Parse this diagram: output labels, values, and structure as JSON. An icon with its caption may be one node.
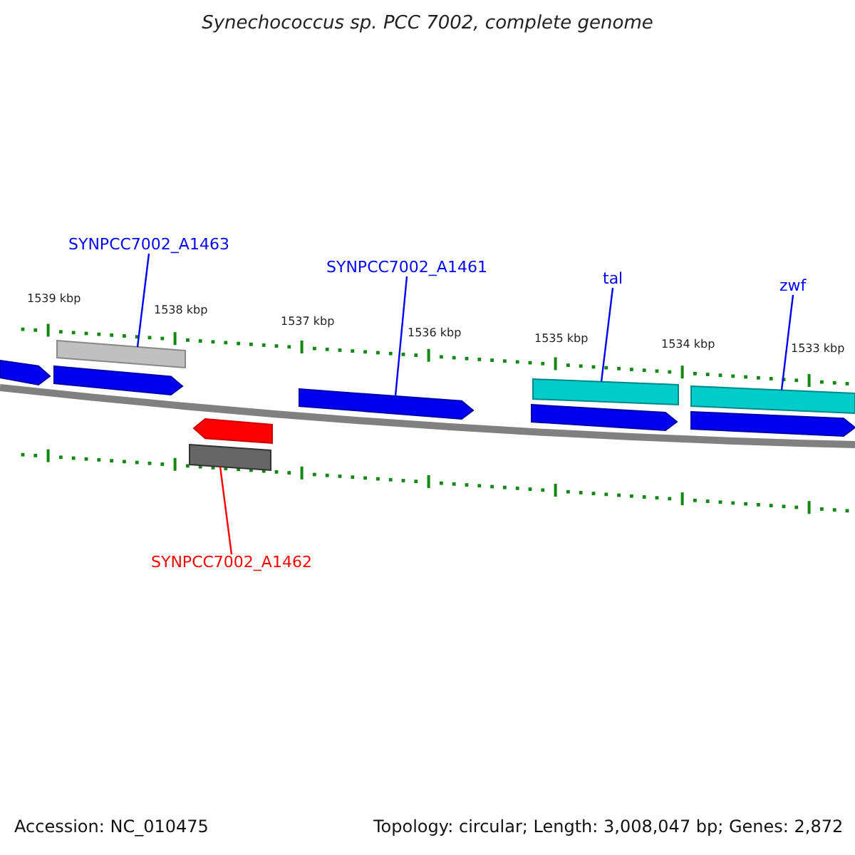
{
  "diagram": {
    "title": "Synechococcus sp. PCC 7002, complete genome",
    "nodes": [
      {
        "text": [
          "SYNPCC7002_A1463"
        ]
      },
      {
        "text": [
          "SYNPCC7002_A1461"
        ]
      },
      {
        "text": [
          "tal"
        ]
      },
      {
        "text": [
          "zwf"
        ]
      },
      {
        "text": [
          "SYNPCC7002_A1462"
        ]
      },
      {
        "text": [],
        "shape": "arrow"
      },
      {
        "text": [],
        "shape": "arrow"
      },
      {
        "text": [],
        "shape": "bar"
      },
      {
        "text": [],
        "shape": "bar"
      },
      {
        "text": [],
        "shape": "arrow"
      },
      {
        "text": [],
        "shape": "arrow"
      },
      {
        "text": [],
        "shape": "arrow"
      },
      {
        "text": [],
        "shape": "bar"
      },
      {
        "text": [],
        "shape": "arrow"
      },
      {
        "text": [],
        "shape": "bar"
      }
    ],
    "edges": [
      {
        "from": 0,
        "to": 7,
        "arrow": "none"
      },
      {
        "from": 4,
        "to": 8,
        "arrow": "none",
        "color": "#ff0000"
      },
      {
        "from": 1,
        "to": 10,
        "arrow": "none"
      },
      {
        "from": 2,
        "to": 12,
        "arrow": "none"
      },
      {
        "from": 3,
        "to": 14,
        "arrow": "none"
      }
    ],
    "labels": [
      "1539 kbp",
      "1538 kbp",
      "1537 kbp",
      "1536 kbp",
      "1535 kbp",
      "1534 kbp",
      "1533 kbp",
      "Accession: NC_010475",
      "Topology: circular; Length: 3,008,047 bp; Genes: 2,872"
    ]
  }
}
